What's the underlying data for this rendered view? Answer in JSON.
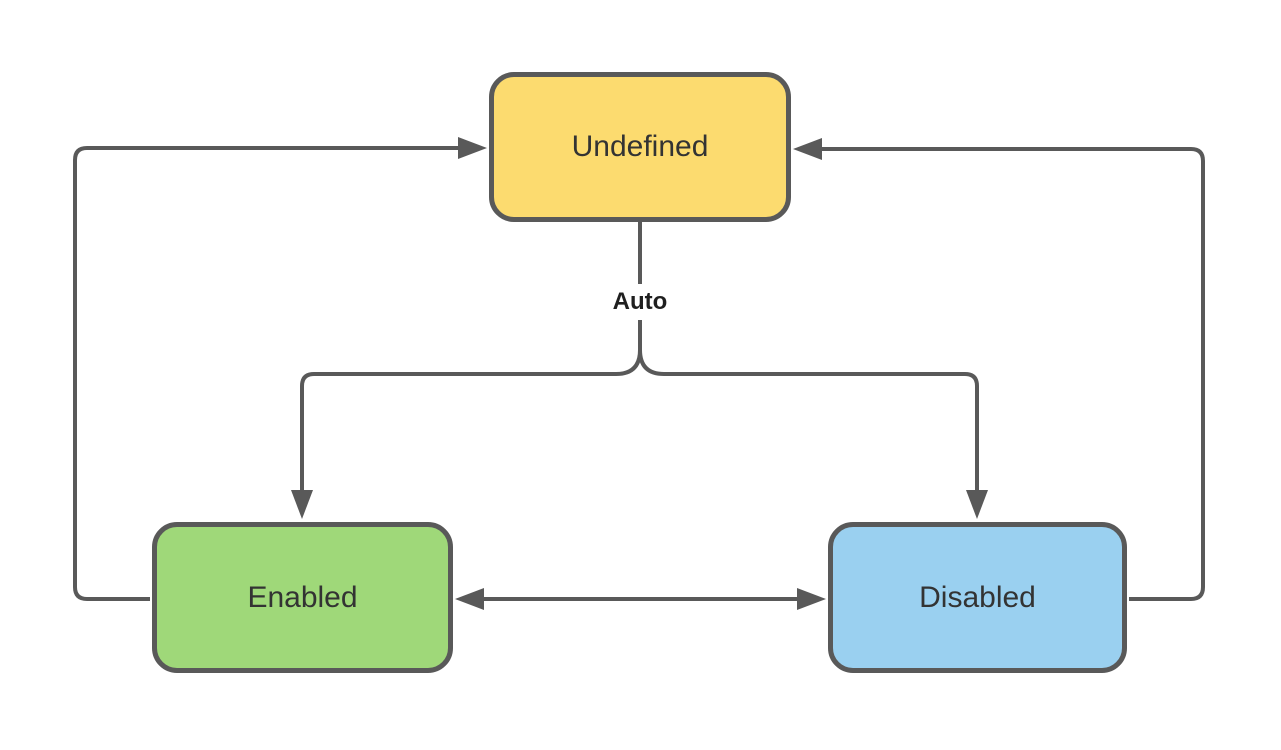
{
  "diagram": {
    "nodes": [
      {
        "id": "undefined",
        "label": "Undefined",
        "fill": "#FCDB6F",
        "border": "#595959",
        "text_color": "#333333"
      },
      {
        "id": "enabled",
        "label": "Enabled",
        "fill": "#9FD879",
        "border": "#595959",
        "text_color": "#333333"
      },
      {
        "id": "disabled",
        "label": "Disabled",
        "fill": "#9AD0F0",
        "border": "#595959",
        "text_color": "#333333"
      }
    ],
    "edge_label": "Auto",
    "edges": [
      {
        "from": "Undefined",
        "to": "Enabled",
        "label": "Auto",
        "direction": "one-way"
      },
      {
        "from": "Undefined",
        "to": "Disabled",
        "label": "Auto",
        "direction": "one-way"
      },
      {
        "from": "Enabled",
        "to": "Undefined",
        "label": "",
        "direction": "one-way"
      },
      {
        "from": "Disabled",
        "to": "Undefined",
        "label": "",
        "direction": "one-way"
      },
      {
        "from": "Enabled",
        "to": "Disabled",
        "label": "",
        "direction": "two-way"
      }
    ],
    "colors": {
      "connector": "#595959",
      "background": "#FFFFFF"
    }
  }
}
